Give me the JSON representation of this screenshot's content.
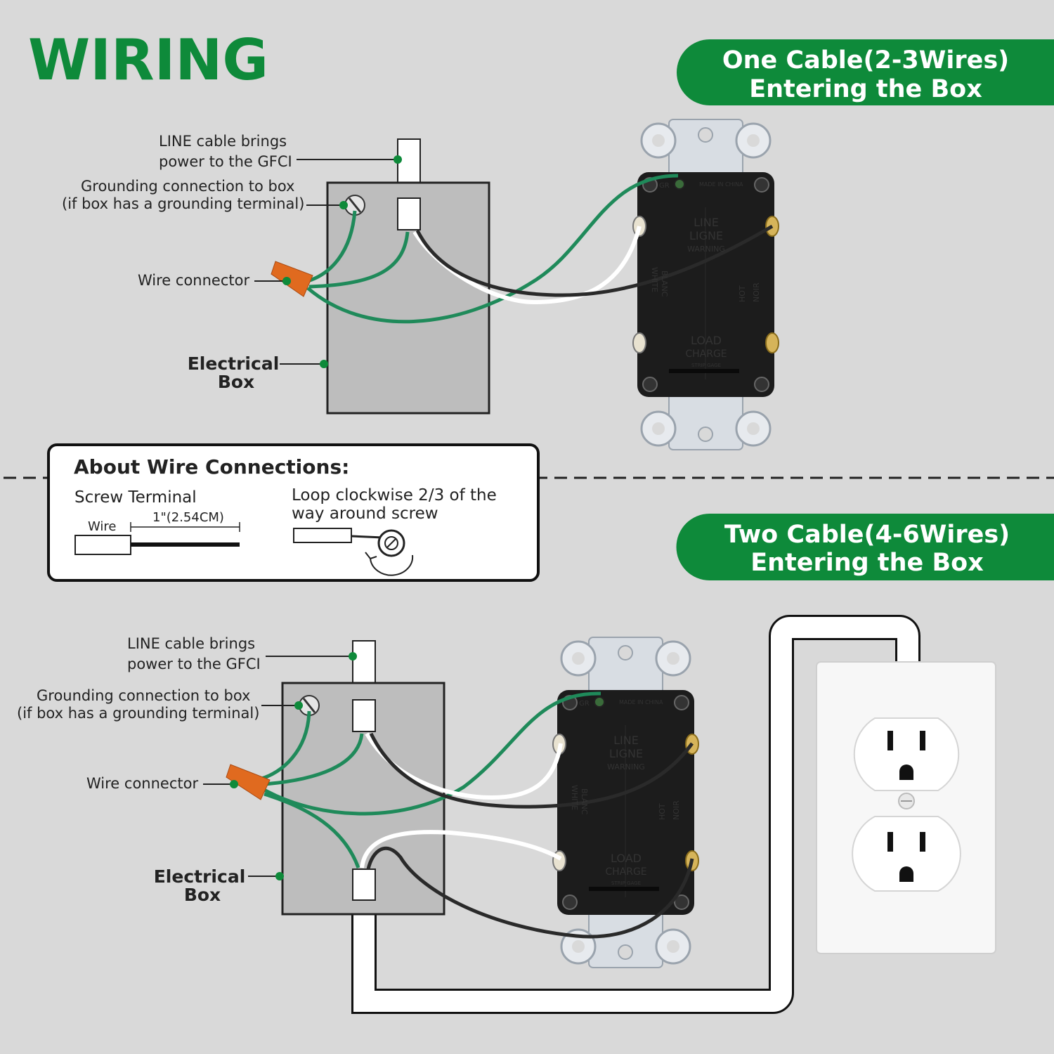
{
  "title": "WIRING",
  "section_one": {
    "banner_line1": "One Cable(2-3Wires)",
    "banner_line2": "Entering the Box",
    "label_line_cable_1": "LINE cable brings",
    "label_line_cable_2": "power to the GFCI",
    "label_grounding_1": "Grounding connection to box",
    "label_grounding_2": "(if box has a grounding terminal)",
    "label_wire_connector": "Wire connector",
    "label_box_1": "Electrical",
    "label_box_2": "Box"
  },
  "section_two": {
    "banner_line1": "Two Cable(4-6Wires)",
    "banner_line2": "Entering the Box",
    "label_line_cable_1": "LINE cable brings",
    "label_line_cable_2": "power to the GFCI",
    "label_grounding_1": "Grounding connection to box",
    "label_grounding_2": "(if box has a grounding terminal)",
    "label_wire_connector": "Wire connector",
    "label_box_1": "Electrical",
    "label_box_2": "Box"
  },
  "about": {
    "heading": "About Wire Connections:",
    "screw_terminal": "Screw Terminal",
    "wire_label": "Wire",
    "strip_length": "1\"(2.54CM)",
    "loop_line1": "Loop clockwise 2/3 of the",
    "loop_line2": "way around screw"
  },
  "gfci": {
    "gr": "GR",
    "made_in": "MADE IN CHINA",
    "line": "LINE",
    "ligne": "LIGNE",
    "warning": "WARNING",
    "load": "LOAD",
    "charge": "CHARGE",
    "white": "WHITE",
    "blanc": "BLANC",
    "hot": "HOT",
    "noir": "NOIR",
    "strip_gage": "STRIP GAGE"
  },
  "colors": {
    "green": "#0e8a3a",
    "ground_wire": "#1f8a5a",
    "connector": "#e06a1f",
    "box_fill": "#bdbdbd",
    "gfci_body": "#1c1c1c"
  }
}
